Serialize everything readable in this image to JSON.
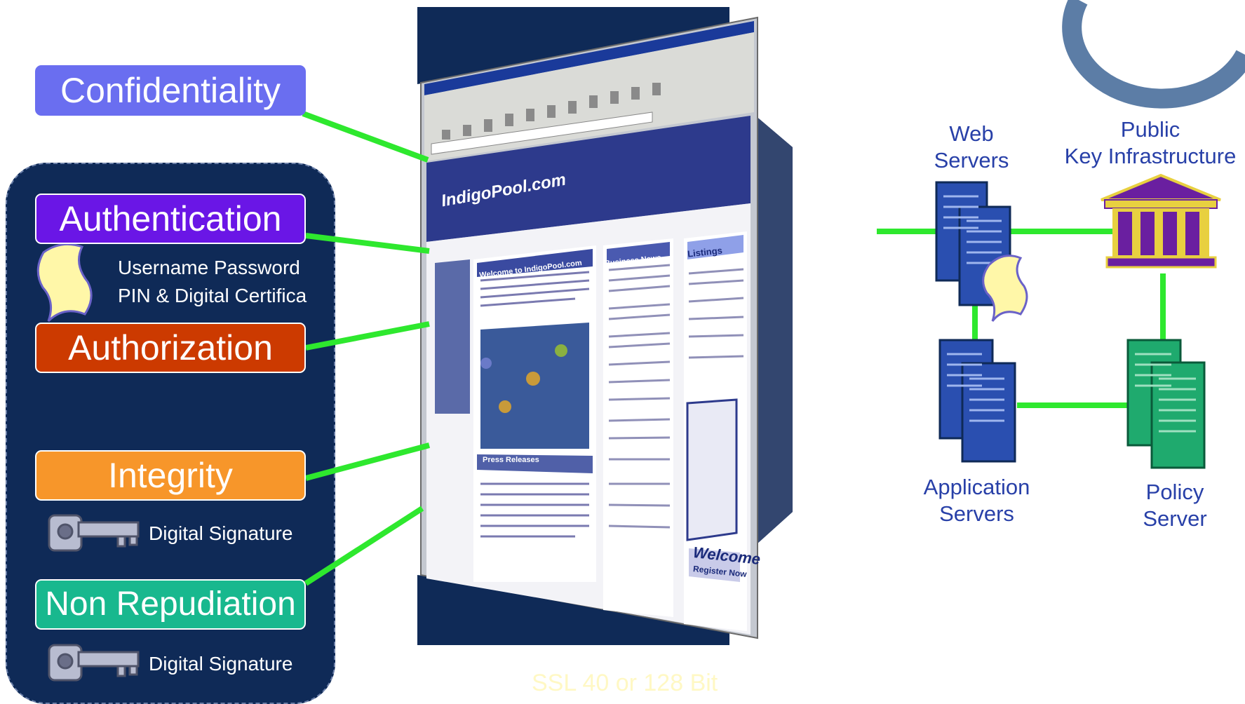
{
  "properties": {
    "confidentiality": {
      "label": "Confidentiality",
      "color": "#6a6ef0"
    },
    "authentication": {
      "label": "Authentication",
      "color": "#6a16e6",
      "detail_line1": "Username Password",
      "detail_line2": "PIN & Digital Certifica"
    },
    "authorization": {
      "label": "Authorization",
      "color": "#cc3a00"
    },
    "integrity": {
      "label": "Integrity",
      "color": "#f7962a",
      "detail": "Digital Signature"
    },
    "non_repudiation": {
      "label": "Non Repudiation",
      "color": "#18b88e",
      "detail": "Digital Signature"
    }
  },
  "encryption": {
    "caption": "SSL 40 or 128 Bit"
  },
  "browser": {
    "site_name": "IndigoPool.com",
    "welcome_heading": "Welcome to IndigoPool.com",
    "news_heading": "Business News",
    "listings_heading": "Listings",
    "press_heading": "Press Releases",
    "welcome_banner": "Welcome",
    "register_banner": "Register Now"
  },
  "infrastructure": {
    "web_servers": {
      "line1": "Web",
      "line2": "Servers"
    },
    "pki": {
      "line1": "Public",
      "line2": "Key Infrastructure"
    },
    "app_servers": {
      "line1": "Application",
      "line2": "Servers"
    },
    "policy_server": {
      "line1": "Policy",
      "line2": "Server"
    }
  },
  "colors": {
    "panel": "#0f2a57",
    "connector": "#2ee82e",
    "server_blue": "#2a4fb0",
    "server_green": "#1faa6e",
    "label_blue": "#2840a8",
    "pki_purple": "#6a1fa0",
    "pki_gold": "#e8d040"
  }
}
